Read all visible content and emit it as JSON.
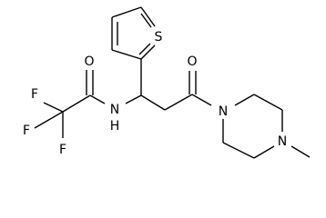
{
  "atoms": {
    "fluorine_top": "F",
    "fluorine_left": "F",
    "fluorine_bottom": "F",
    "amide_oxygen": "O",
    "amide_nitrogen": "N",
    "amide_hydrogen": "H",
    "ketone_oxygen": "O",
    "thiophene_sulfur": "S",
    "piperazine_nitrogen_1": "N",
    "piperazine_nitrogen_4": "N"
  }
}
